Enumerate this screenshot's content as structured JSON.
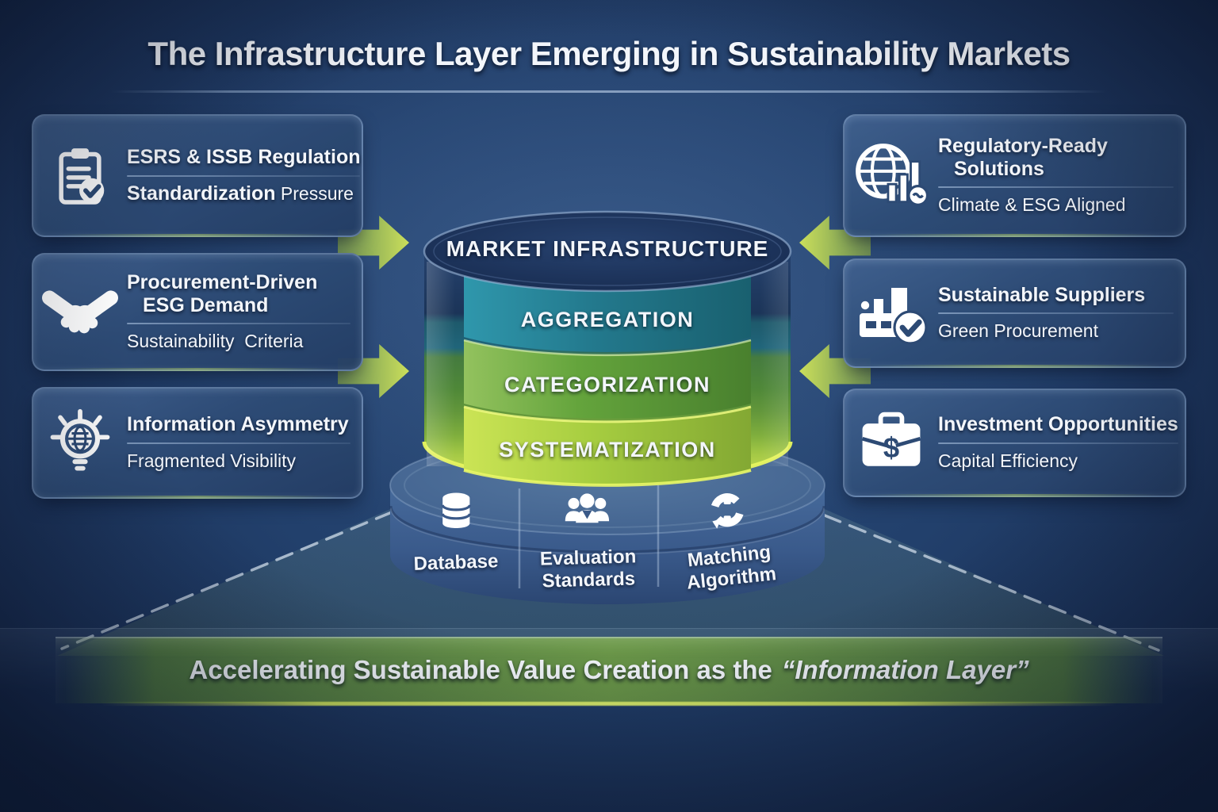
{
  "page": {
    "title": "The Infrastructure Layer Emerging in Sustainability Markets"
  },
  "left_boxes": [
    {
      "icon": "clipboard-check-icon",
      "title1": "ESRS & ISSB Regulation",
      "title2": "",
      "subtitle_strong": "Standardization",
      "subtitle_rest": " Pressure"
    },
    {
      "icon": "handshake-icon",
      "title1": "Procurement-Driven",
      "title2": "ESG Demand",
      "subtitle_strong": "",
      "subtitle_rest": "Sustainability  Criteria"
    },
    {
      "icon": "lightbulb-globe-icon",
      "title1": "Information Asymmetry",
      "title2": "",
      "subtitle_strong": "",
      "subtitle_rest": "Fragmented Visibility"
    }
  ],
  "right_boxes": [
    {
      "icon": "globe-bar-chart-icon",
      "title1": "Regulatory-Ready",
      "title2": "Solutions",
      "subtitle_strong": "",
      "subtitle_rest": "Climate & ESG Aligned"
    },
    {
      "icon": "factory-check-icon",
      "title1": "Sustainable Suppliers",
      "title2": "",
      "subtitle_strong": "",
      "subtitle_rest": "Green Procurement"
    },
    {
      "icon": "briefcase-dollar-icon",
      "title1": "Investment Opportunities",
      "title2": "",
      "subtitle_strong": "",
      "subtitle_rest": "Capital Efficiency"
    }
  ],
  "cylinder": {
    "top_label": "MARKET INFRASTRUCTURE",
    "layers": [
      {
        "label": "AGGREGATION",
        "color": "#23798d"
      },
      {
        "label": "CATEGORIZATION",
        "color": "#64a43c"
      },
      {
        "label": "SYSTEMATIZATION",
        "color": "#a6cd40"
      }
    ]
  },
  "pedestal": {
    "sections": [
      {
        "icon": "database-icon",
        "line1": "Database",
        "line2": ""
      },
      {
        "icon": "people-group-icon",
        "line1": "Evaluation",
        "line2": "Standards"
      },
      {
        "icon": "sync-arrows-icon",
        "line1": "Matching",
        "line2": "Algorithm"
      }
    ]
  },
  "banner": {
    "prefix": "Accelerating Sustainable Value Creation as the",
    "quoted": "“Information Layer”"
  },
  "colors": {
    "background": "#22406c",
    "card": "#2e4c78",
    "cylinder_top": "#1a2f55",
    "pedestal": "#3a5a8b",
    "arrow_start": "#708f55",
    "arrow_end": "#cbdf5b",
    "rim_lime": "#e8f65e"
  }
}
